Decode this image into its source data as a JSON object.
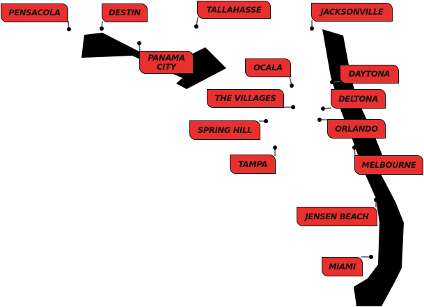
{
  "map": {
    "land_color": "#000000",
    "label_color": "#e8302f",
    "cities": [
      {
        "id": "pensacola",
        "name": "PENSACOLA"
      },
      {
        "id": "destin",
        "name": "DESTIN"
      },
      {
        "id": "tallahasse",
        "name": "TALLAHASSE"
      },
      {
        "id": "jacksonville",
        "name": "JACKSONVILLE"
      },
      {
        "id": "panama-city",
        "name": "PANAMA CITY"
      },
      {
        "id": "ocala",
        "name": "OCALA"
      },
      {
        "id": "daytona",
        "name": "DAYTONA"
      },
      {
        "id": "the-villages",
        "name": "THE VILLAGES"
      },
      {
        "id": "deltona",
        "name": "DELTONA"
      },
      {
        "id": "orlando",
        "name": "ORLANDO"
      },
      {
        "id": "spring-hill",
        "name": "SPRING HILL"
      },
      {
        "id": "tampa",
        "name": "TAMPA"
      },
      {
        "id": "melbourne",
        "name": "MELBOURNE"
      },
      {
        "id": "jensen-beach",
        "name": "JENSEN BEACH"
      },
      {
        "id": "miami",
        "name": "MIAMI"
      }
    ]
  }
}
